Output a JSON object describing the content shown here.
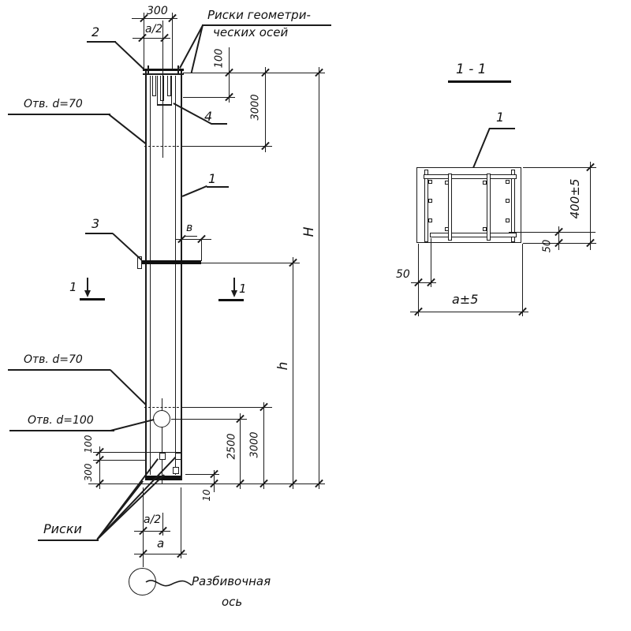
{
  "labels": {
    "mark_2": "2",
    "mark_1_elev": "1",
    "mark_3": "3",
    "mark_4": "4",
    "mark_1_section": "1",
    "cut_left": "1",
    "cut_right": "1",
    "note_axes_1": "Риски геометри-",
    "note_axes_2": "ческих осей",
    "hole_top": "Отв. d=70",
    "hole_mid": "Отв. d=70",
    "hole_bottom": "Отв. d=100",
    "riski": "Риски",
    "layout_axis_1": "Разбивочная",
    "layout_axis_2": "ось",
    "section_title": "1 - 1"
  },
  "dims": {
    "top_300": "300",
    "top_a2": "a/2",
    "top_100": "100",
    "top_3000": "3000",
    "H": "H",
    "h": "h",
    "bot_2500": "2500",
    "bot_3000": "3000",
    "left_100": "100",
    "left_300": "300",
    "bot_10": "10",
    "width_b": "в",
    "bot_a2": "a/2",
    "bot_a": "a",
    "sec_400": "400±5",
    "sec_50_right": "50",
    "sec_50_left": "50",
    "sec_a": "a±5"
  }
}
